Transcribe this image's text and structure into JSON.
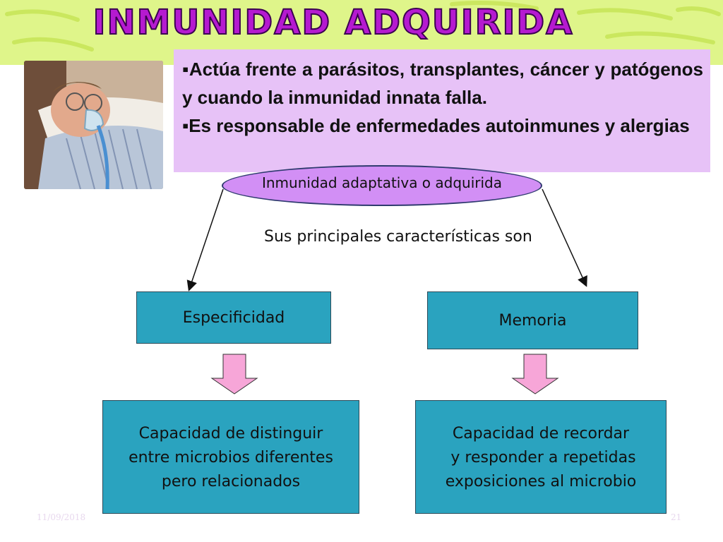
{
  "slide": {
    "title": "INMUNIDAD ADQUIRIDA",
    "bullets": [
      "▪Actúa frente a parásitos, transplantes, cáncer y patógenos y cuando la inmunidad innata falla.",
      "▪Es responsable de enfermedades autoinmunes y alergias"
    ],
    "diagram": {
      "root": "Inmunidad adaptativa o adquirida",
      "subtitle": "Sus principales características son",
      "left": {
        "label": "Especificidad",
        "description": [
          "Capacidad de distinguir",
          "entre microbios diferentes",
          "pero relacionados"
        ]
      },
      "right": {
        "label": "Memoria",
        "description": [
          "Capacidad de recordar",
          " y responder a repetidas",
          "exposiciones al microbio"
        ]
      }
    },
    "footer": {
      "date": "11/09/2018",
      "page": "21"
    },
    "colors": {
      "title": "#b51ad0",
      "title_band": "#dff58a",
      "bullet_box": "#e7c2f7",
      "oval": "#d28ff5",
      "boxes": "#2aa3bf",
      "down_arrows": "#f7a6d8"
    }
  }
}
